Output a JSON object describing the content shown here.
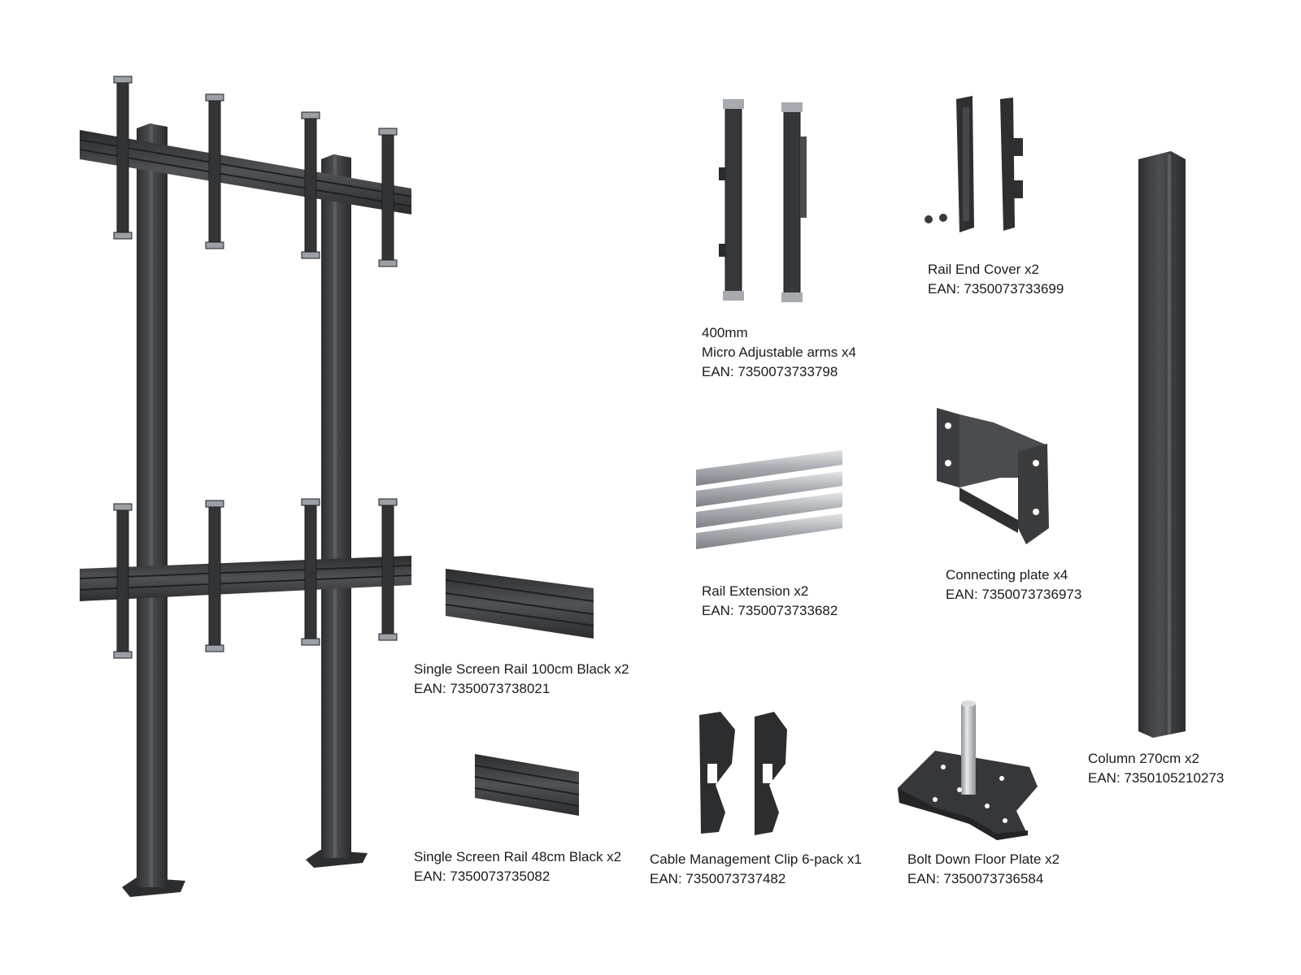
{
  "colors": {
    "metal_dark": "#3a3b3d",
    "metal_mid": "#4a4c4f",
    "metal_light": "#6a6c70",
    "silver": "#b9bdc1",
    "text": "#1b1b1b"
  },
  "parts": {
    "arms": {
      "size": "400mm",
      "name": "Micro Adjustable arms x4",
      "ean": "EAN: 7350073733798",
      "icon": "adjustable-arm-icon"
    },
    "end_cover": {
      "name": "Rail End Cover x2",
      "ean": "EAN: 7350073733699",
      "icon": "rail-end-cover-icon"
    },
    "rail_extension": {
      "name": "Rail Extension x2",
      "ean": "EAN: 7350073733682",
      "icon": "rail-extension-icon"
    },
    "connecting_plate": {
      "name": "Connecting plate x4",
      "ean": "EAN: 7350073736973",
      "icon": "connecting-plate-icon"
    },
    "rail_100": {
      "name": "Single Screen Rail 100cm Black x2",
      "ean": "EAN: 7350073738021",
      "icon": "screen-rail-icon"
    },
    "rail_48": {
      "name": "Single Screen Rail 48cm Black x2",
      "ean": "EAN: 7350073735082",
      "icon": "screen-rail-short-icon"
    },
    "cable_clip": {
      "name": "Cable Management Clip 6-pack x1",
      "ean": "EAN: 7350073737482",
      "icon": "cable-clip-icon"
    },
    "floor_plate": {
      "name": "Bolt Down Floor Plate x2",
      "ean": "EAN: 7350073736584",
      "icon": "floor-plate-icon"
    },
    "column": {
      "name": "Column 270cm x2",
      "ean": "EAN: 7350105210273",
      "icon": "column-icon"
    }
  }
}
